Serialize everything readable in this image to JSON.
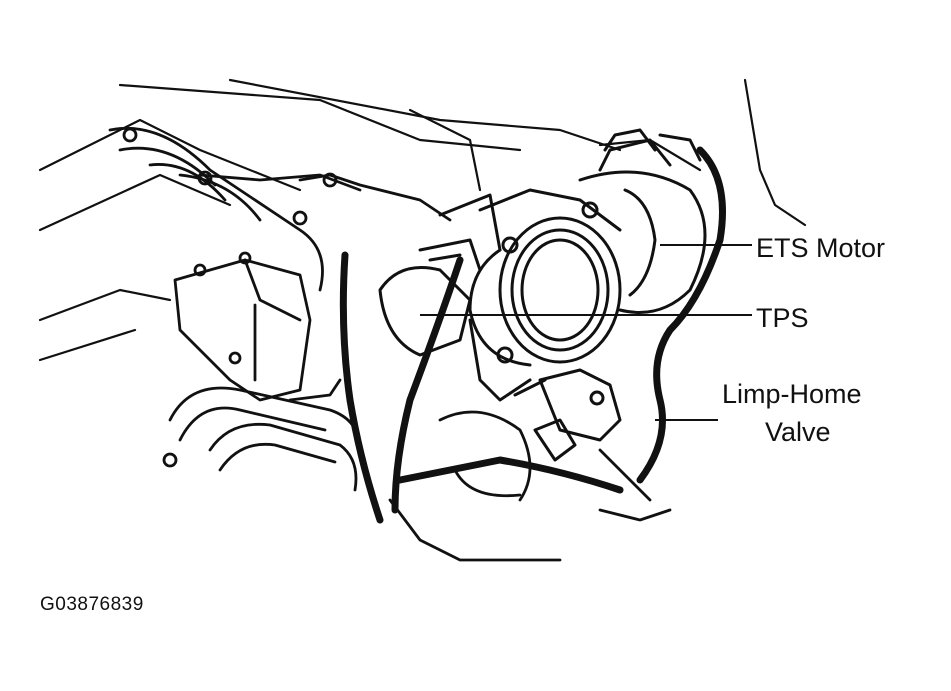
{
  "labels": {
    "ets_motor": "ETS Motor",
    "tps": "TPS",
    "limp_home_line1": "Limp-Home",
    "limp_home_line2": "Valve"
  },
  "figure_id": "G03876839",
  "colors": {
    "ink": "#111111",
    "background": "#ffffff"
  }
}
